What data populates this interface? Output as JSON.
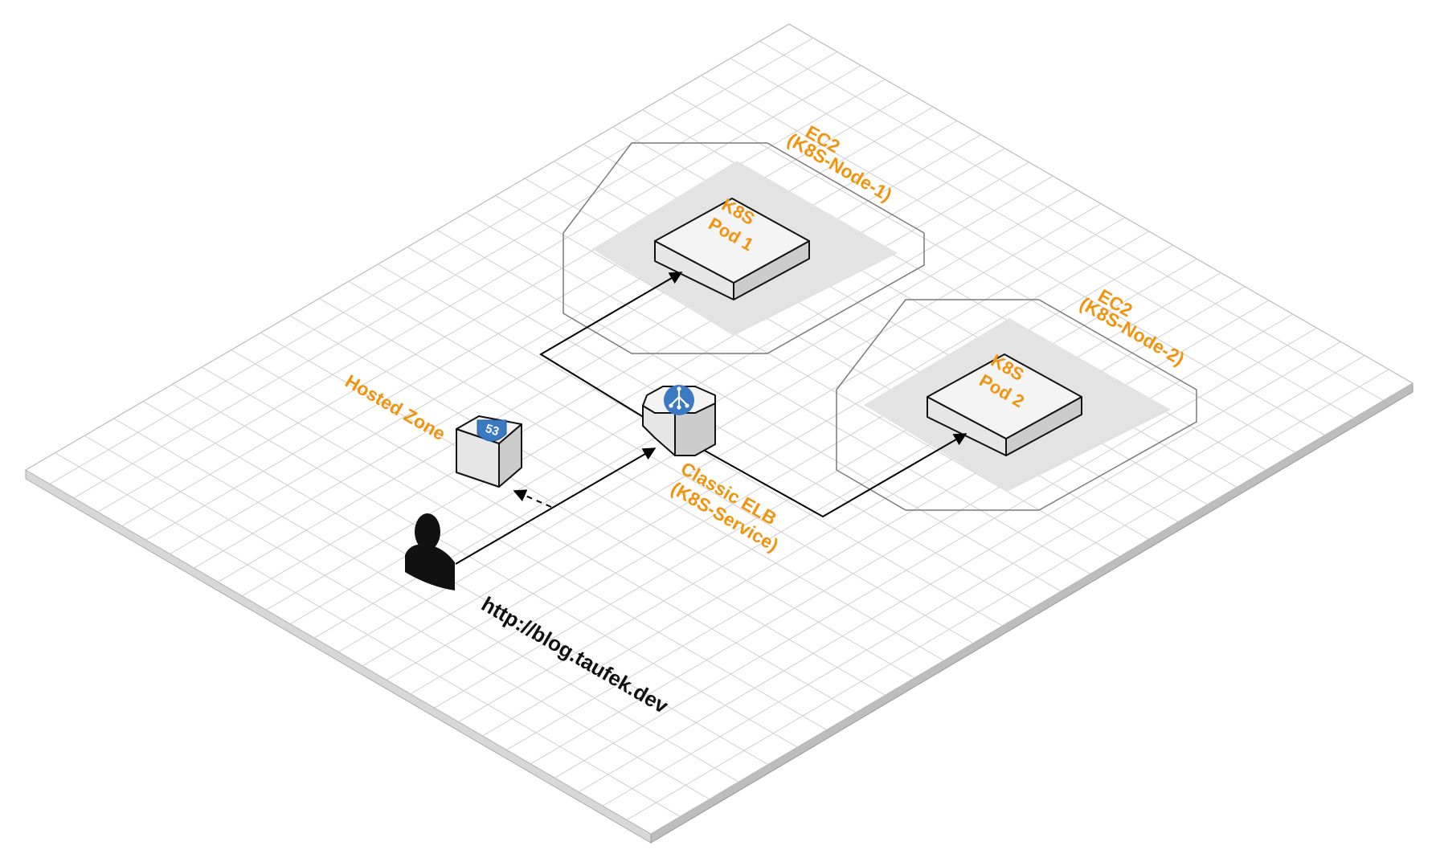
{
  "colors": {
    "label": "#f2930d",
    "grid_line": "#cfcfcf",
    "node_outline": "#7a7a7a",
    "node_shadow": "#e3e3e3",
    "box_top": "#f4f4f4",
    "box_left": "#e6e6e6",
    "box_right": "#cccccc",
    "icon_blue": "#3b7ac3"
  },
  "nodes": {
    "node1": {
      "title": "EC2",
      "subtitle": "(K8S-Node-1)",
      "pod_line1": "K8S",
      "pod_line2": "Pod 1"
    },
    "node2": {
      "title": "EC2",
      "subtitle": "(K8S-Node-2)",
      "pod_line1": "K8S",
      "pod_line2": "Pod 2"
    }
  },
  "hosted_zone": {
    "label": "Hosted Zone",
    "icon": "route53-icon",
    "icon_text": "53"
  },
  "elb": {
    "line1": "Classic ELB",
    "line2": "(K8S-Service)",
    "icon": "load-balancer-icon"
  },
  "user": {
    "icon": "user-icon",
    "url": "http://blog.taufek.dev"
  }
}
